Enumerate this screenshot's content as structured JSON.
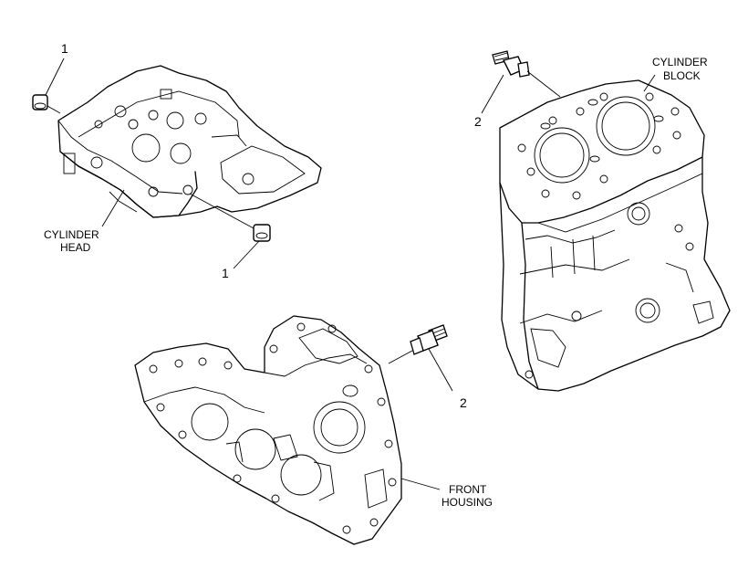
{
  "callouts": {
    "plug_top": "1",
    "plug_bottom": "1",
    "sensor_block": "2",
    "sensor_housing": "2"
  },
  "labels": {
    "cylinder_head_line1": "CYLINDER",
    "cylinder_head_line2": "HEAD",
    "cylinder_block_line1": "CYLINDER",
    "cylinder_block_line2": "BLOCK",
    "front_housing_line1": "FRONT",
    "front_housing_line2": "HOUSING"
  },
  "colors": {
    "ink": "#000000",
    "paper": "#ffffff"
  }
}
